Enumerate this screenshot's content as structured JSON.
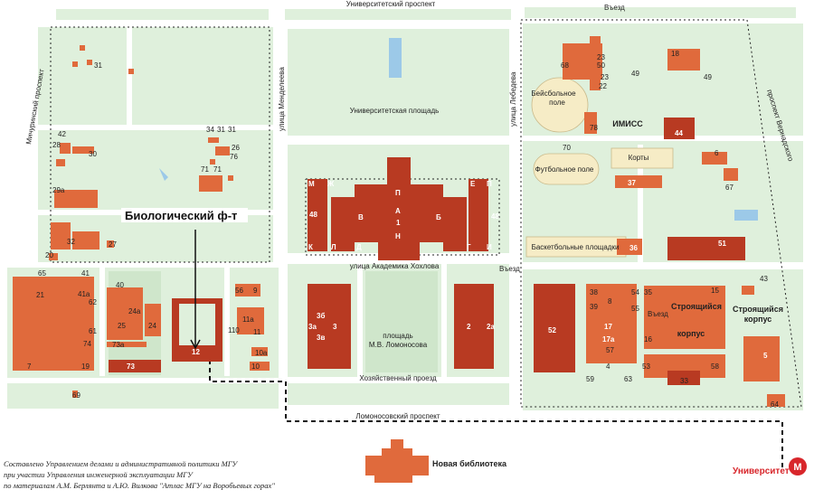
{
  "colors": {
    "green": "#dff0dc",
    "green_dark": "#cfe6cb",
    "building": "#e06a3c",
    "building_dark": "#b83a22",
    "field": "#f6ecc6",
    "road": "#ffffff",
    "metro": "#d8262b"
  },
  "streets": {
    "universitetsky": "Университетский проспект",
    "michurinsky": "Мичуринский проспект",
    "mendeleeva": "улица Менделеева",
    "lebedeva": "улица Лебедева",
    "vernadskogo": "проспект Вернадского",
    "univ_square": "Университетская площадь",
    "khokhlova": "улица Академика Хохлова",
    "lomonosov_square_1": "площадь",
    "lomonosov_square_2": "М.В. Ломоносова",
    "khozyaystvenny": "Хозяйственный проезд",
    "lomonosovsky": "Ломоносовский проспект"
  },
  "labels": {
    "bio": "Биологический ф-т",
    "entry_top": "Въезд",
    "entry_mid": "Въезд",
    "entry_side": "Въезд",
    "baseball_1": "Бейсбольное",
    "baseball_2": "поле",
    "football": "Футбольное поле",
    "courts": "Корты",
    "basketball": "Баскетбольные площадки",
    "imiss": "ИМИСС",
    "building_1": "Строящийся",
    "building_2": "корпус",
    "building_3": "Строящийся",
    "building_4": "корпус",
    "library": "Новая библиотека",
    "metro_name": "Университет",
    "metro_m": "М"
  },
  "credits": {
    "line1": "Составлено Управлением делами и административной политики МГУ",
    "line2": "при участии Управления инженерной эксплуатации МГУ",
    "line3": "по материалам А.М. Берлянта и А.Ю. Вилкова \"Атлас МГУ на Воробьевых горах\""
  },
  "main_building_letters": [
    "М",
    "Ж",
    "Е",
    "П",
    "В",
    "Б",
    "К",
    "Л",
    "Д",
    "Г",
    "И",
    "П",
    "А",
    "1",
    "Н"
  ],
  "numbers": {
    "n31a": "31",
    "n42": "42",
    "n28": "28",
    "n30": "30",
    "n29a": "29а",
    "n32": "32",
    "n27": "27",
    "n20": "20",
    "n34": "34",
    "n31b": "31",
    "n31c": "31",
    "n26": "26",
    "n76": "76",
    "n71a": "71",
    "n71b": "71",
    "n65": "65",
    "n41": "41",
    "n21": "21",
    "n41a": "41а",
    "n62": "62",
    "n61": "61",
    "n74": "74",
    "n7": "7",
    "n19": "19",
    "n40": "40",
    "n24a": "24а",
    "n25": "25",
    "n24": "24",
    "n73a": "73а",
    "n73": "73",
    "n69": "69",
    "n12": "12",
    "n56": "56",
    "n9": "9",
    "n11a": "11а",
    "n110": "110",
    "n11": "11",
    "n10a": "10а",
    "n10": "10",
    "n48a": "48",
    "n48b": "48",
    "n3b": "3б",
    "n3a": "3а",
    "n3": "3",
    "n3v": "3в",
    "n2": "2",
    "n2a": "2а",
    "n68": "68",
    "n23a": "23",
    "n50": "50",
    "n23b": "23",
    "n22": "22",
    "n49a": "49",
    "n18": "18",
    "n49b": "49",
    "n78": "78",
    "n44": "44",
    "n70": "70",
    "n6": "6",
    "n37": "37",
    "n67": "67",
    "n36": "36",
    "n51": "51",
    "n43": "43",
    "n52": "52",
    "n38": "38",
    "n8": "8",
    "n54": "54",
    "n35": "35",
    "n39": "39",
    "n55": "55",
    "n15": "15",
    "n17": "17",
    "n17a": "17а",
    "n16": "16",
    "n57": "57",
    "n5": "5",
    "n4": "4",
    "n59": "59",
    "n63": "63",
    "n53": "53",
    "n58": "58",
    "n33": "33",
    "n64": "64"
  }
}
